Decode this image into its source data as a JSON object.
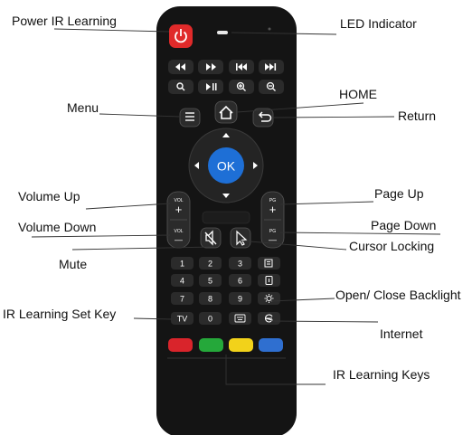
{
  "labels": {
    "power_ir_learning": "Power IR Learning",
    "led_indicator": "LED Indicator",
    "menu": "Menu",
    "home": "HOME",
    "return": "Return",
    "volume_up": "Volume Up",
    "volume_down": "Volume Down",
    "page_up": "Page Up",
    "page_down": "Page Down",
    "mute": "Mute",
    "cursor_locking": "Cursor Locking",
    "ir_learning_set_key": "IR Learning Set Key",
    "open_close_backlight": "Open/ Close Backlight",
    "internet": "Internet",
    "ir_learning_keys": "IR Learning Keys"
  },
  "remote": {
    "ok_label": "OK",
    "vol_label": "VOL",
    "pg_label": "PG",
    "plus": "+",
    "minus": "—",
    "tv_label": "TV",
    "digits": [
      "1",
      "2",
      "3",
      "4",
      "5",
      "6",
      "7",
      "8",
      "9",
      "0"
    ]
  },
  "colors": {
    "body": "#141414",
    "key": "#2b2b2b",
    "ok": "#1e6fd6",
    "power": "#e02a2a",
    "color_keys": [
      "#d9242b",
      "#25a83a",
      "#f2d21a",
      "#2f6fd0"
    ]
  },
  "icons": {
    "media_row_1": [
      "rewind-icon",
      "fast-forward-icon",
      "previous-track-icon",
      "next-track-icon"
    ],
    "media_row_2": [
      "search-icon",
      "play-pause-icon",
      "zoom-in-icon",
      "zoom-out-icon"
    ]
  }
}
